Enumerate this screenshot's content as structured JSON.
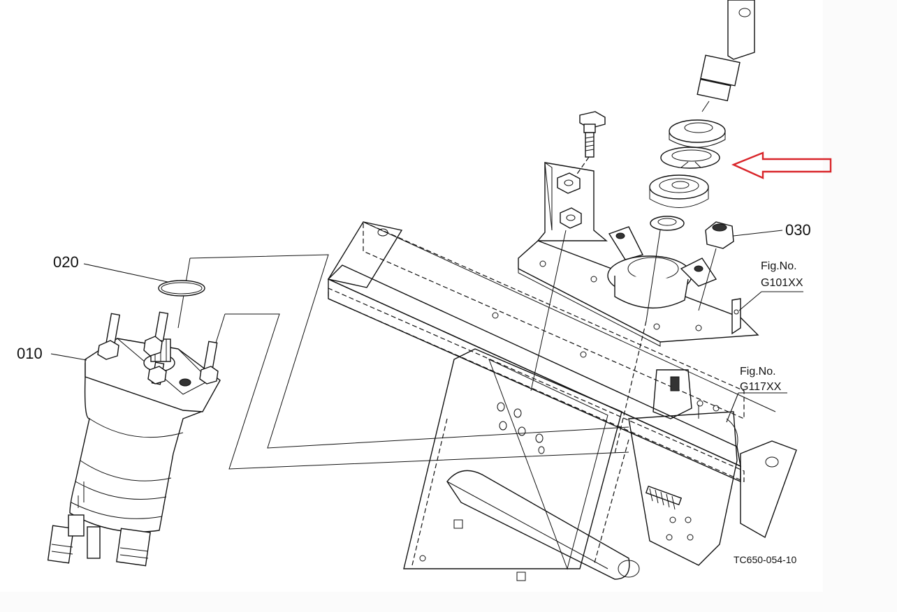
{
  "labels": {
    "part_010": "010",
    "part_020": "020",
    "part_030": "030",
    "fig1_line1": "Fig.No.",
    "fig1_line2": "G101XX",
    "fig2_line1": "Fig.No.",
    "fig2_line2": "G117XX",
    "drawing_code": "TC650-054-10"
  },
  "colors": {
    "arrow": "#d9252a",
    "line": "#111111"
  },
  "icons": {
    "highlight": "right-pointing-outline-arrow"
  }
}
